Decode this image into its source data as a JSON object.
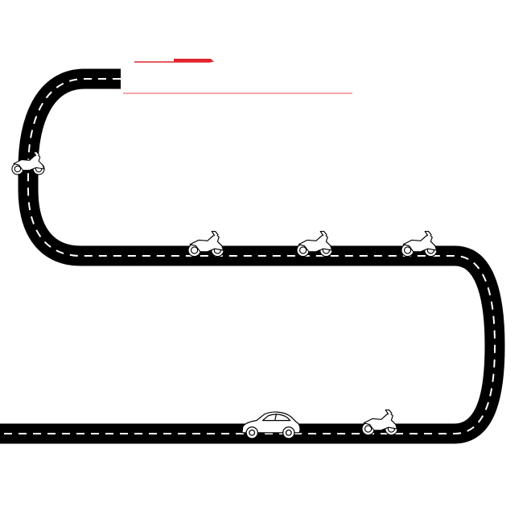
{
  "colors": {
    "background": "#ffffff",
    "road": "#000000",
    "lane_marking": "#ffffff",
    "accent": "#e0242b",
    "accent_line": "#f07075",
    "vehicle_fill": "#ffffff",
    "vehicle_stroke": "#000000"
  },
  "road": {
    "icon": "winding-road",
    "has_center_dashes": true
  },
  "header_decoration": {
    "icon": "red-accent-lines"
  },
  "vehicles": [
    {
      "icon": "motorcycle-icon",
      "kind": "motorcycle",
      "orientation": "rotated-on-curve"
    },
    {
      "icon": "motorcycle-icon",
      "kind": "motorcycle",
      "orientation": "side"
    },
    {
      "icon": "motorcycle-icon",
      "kind": "motorcycle",
      "orientation": "side"
    },
    {
      "icon": "motorcycle-icon",
      "kind": "motorcycle",
      "orientation": "side"
    },
    {
      "icon": "car-icon",
      "kind": "car",
      "orientation": "side"
    },
    {
      "icon": "motorcycle-icon",
      "kind": "motorcycle",
      "orientation": "side"
    }
  ]
}
